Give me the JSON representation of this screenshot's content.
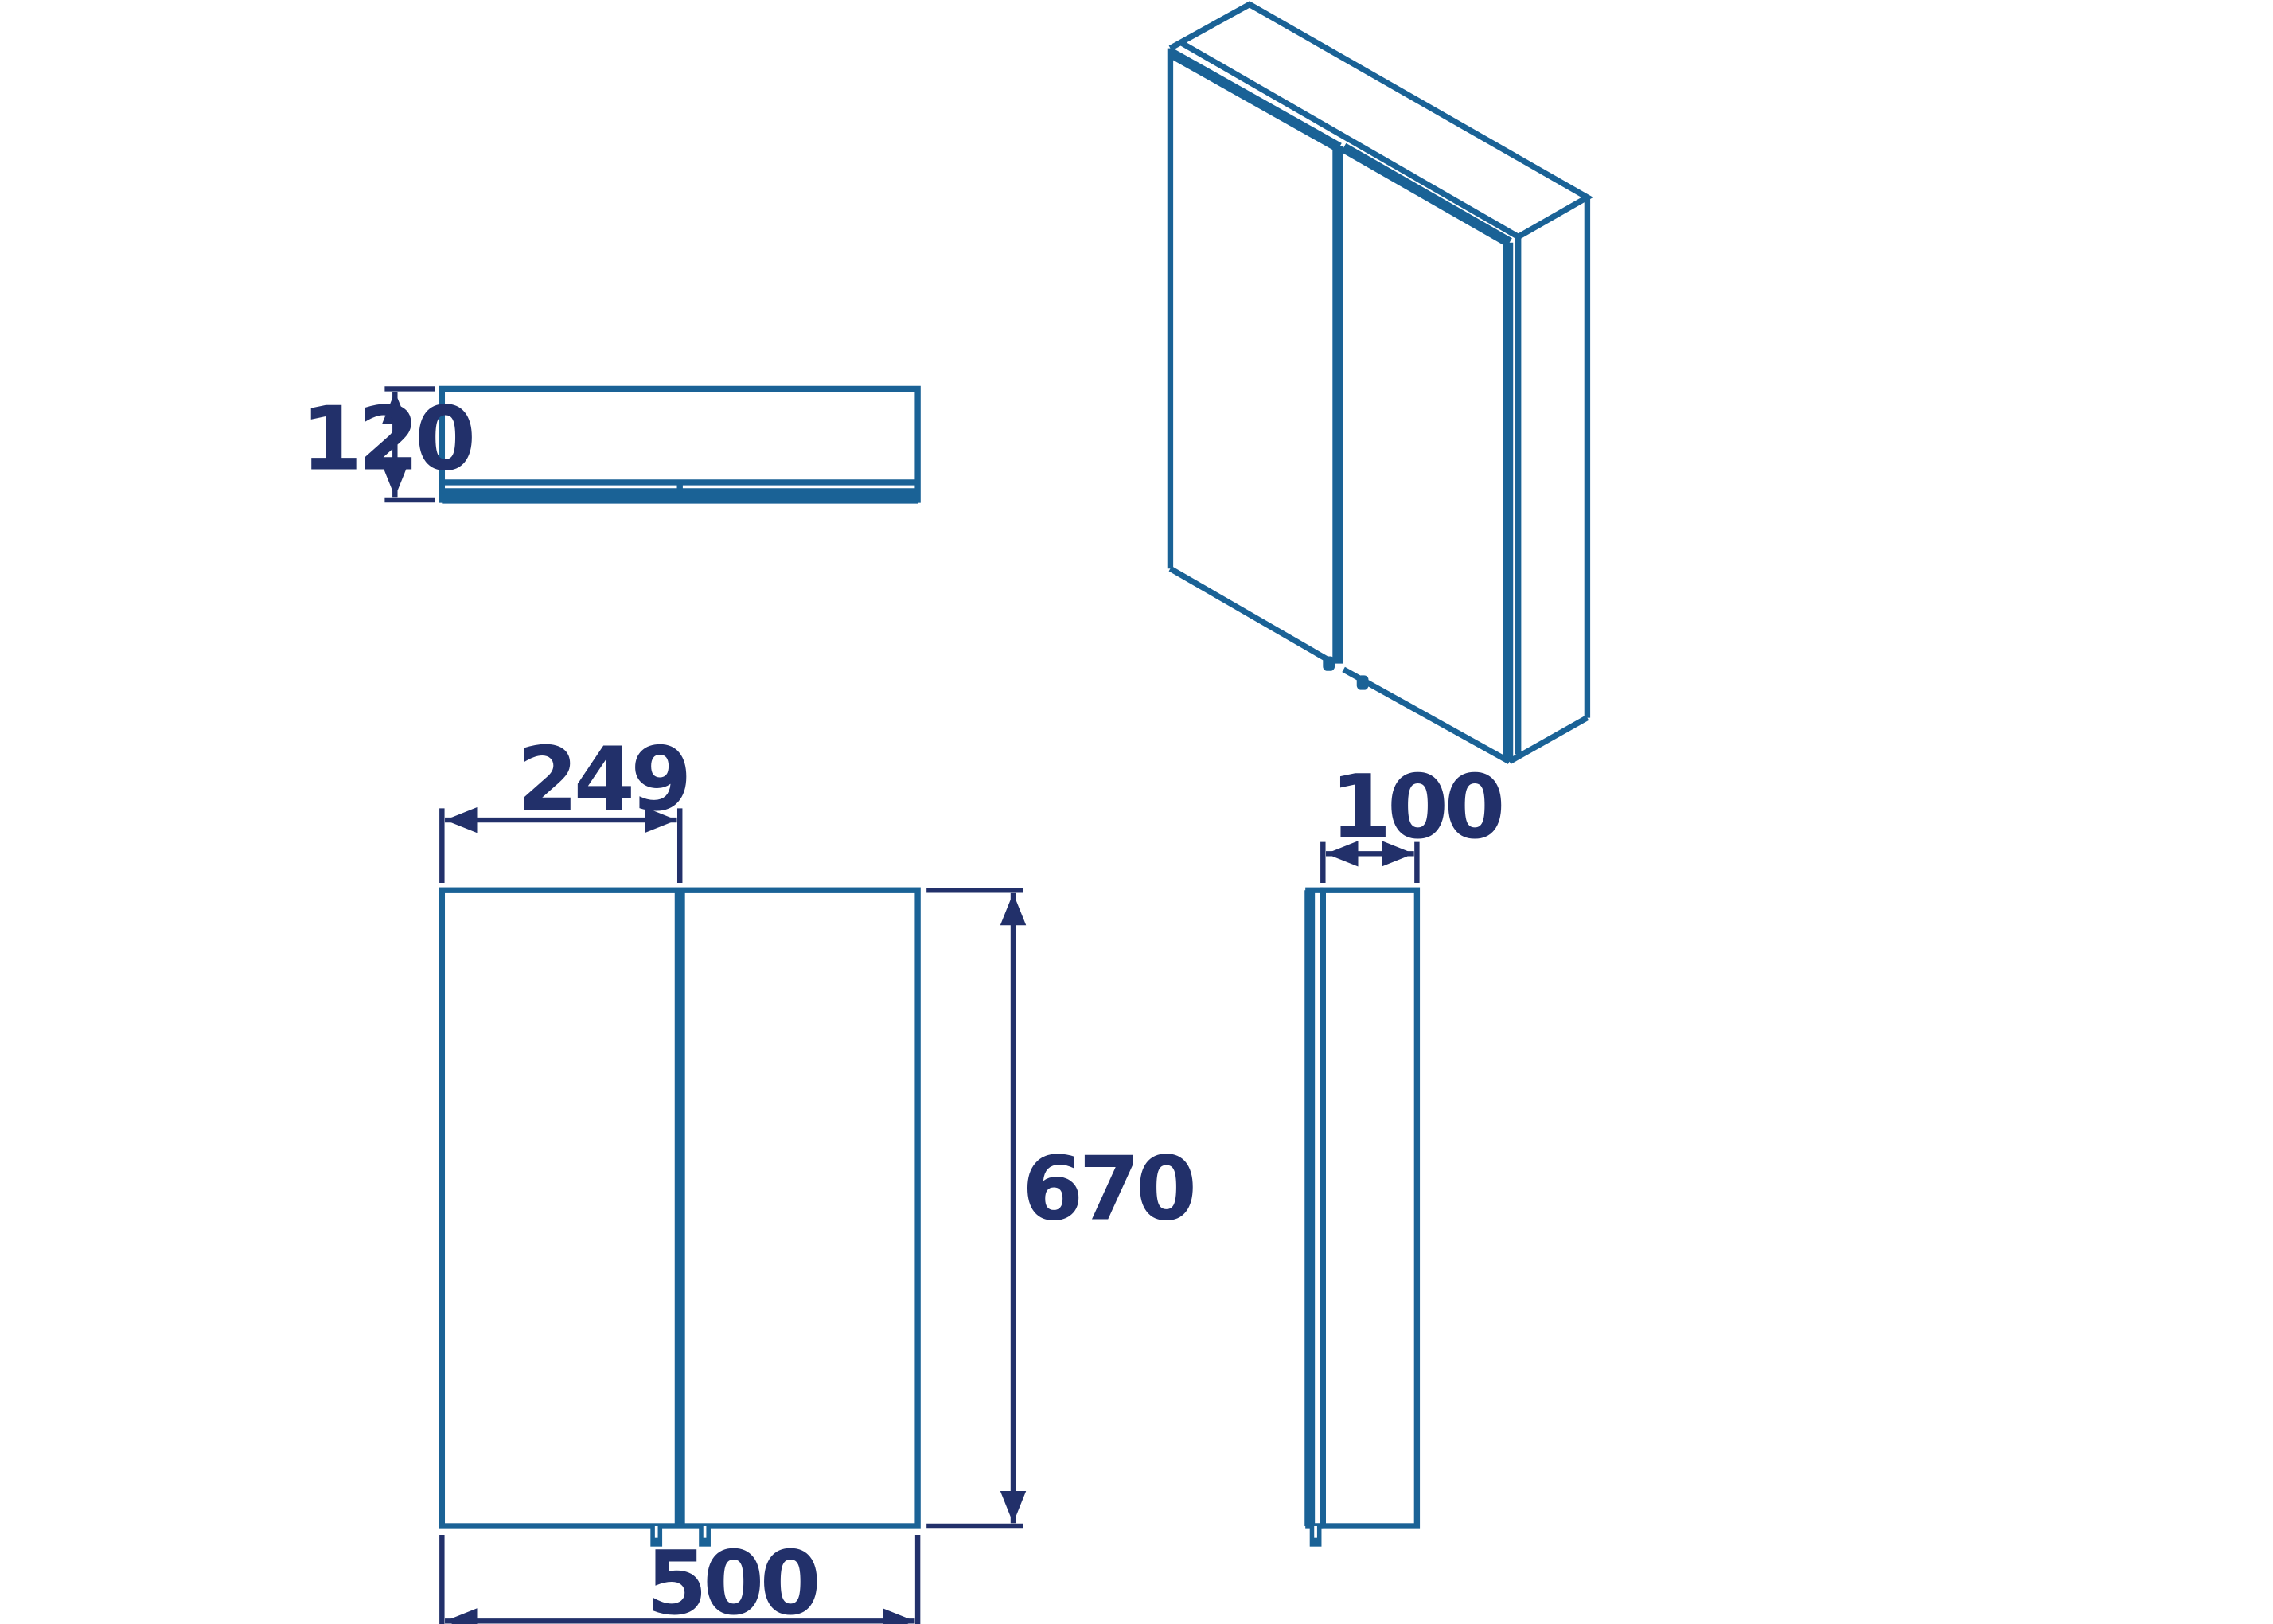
{
  "drawing": {
    "type": "technical drawing - double door wall cabinet",
    "colors": {
      "object_lines": "#1a6296",
      "dimension_lines": "#22306a",
      "background": "#ffffff"
    },
    "dimensions": {
      "top_view_depth": "120",
      "door_width": "249",
      "total_width": "500",
      "total_height": "670",
      "side_depth": "100"
    },
    "views": [
      "top-view",
      "isometric-view",
      "front-view",
      "side-view"
    ]
  }
}
